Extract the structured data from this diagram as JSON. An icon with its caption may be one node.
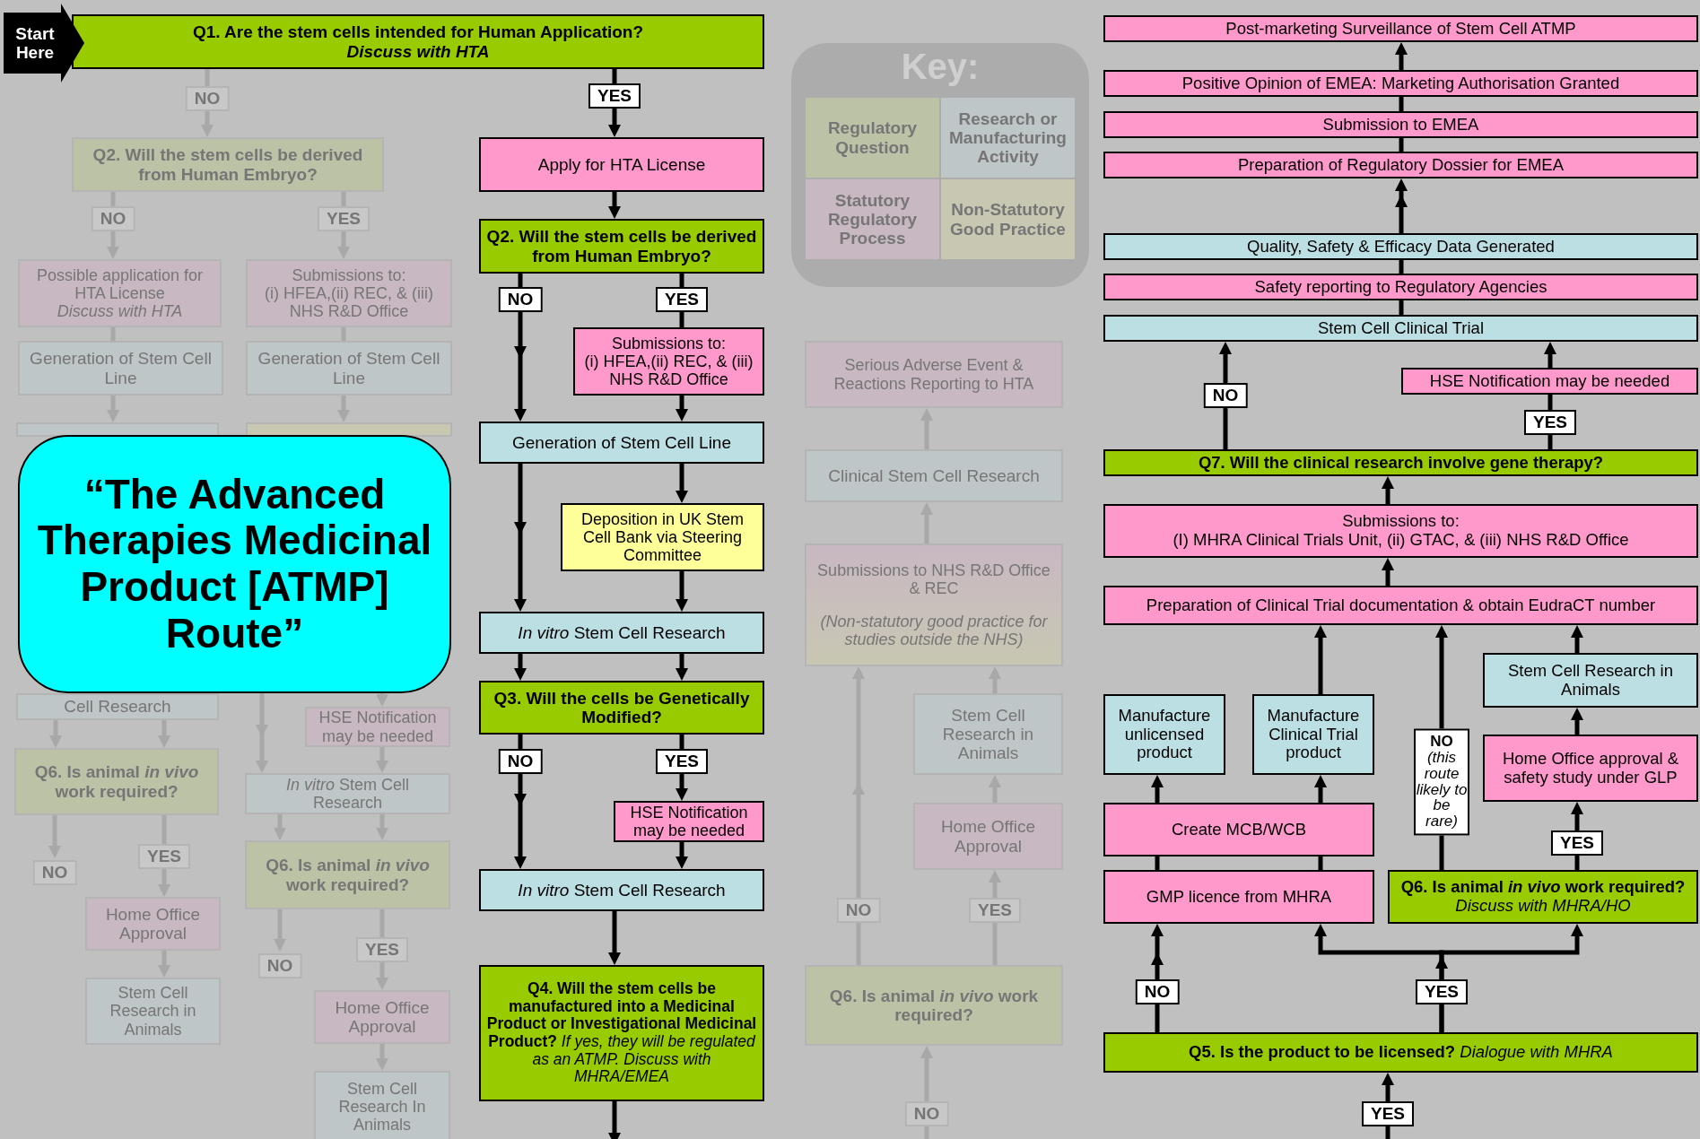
{
  "diagram": {
    "nodes": [
      {
        "text": [
          "Start Here"
        ]
      },
      {
        "text": [
          "Q1. Are the stem cells intended for Human Application?",
          "Discuss with HTA"
        ]
      },
      {
        "text": [
          "Q2. Will the stem cells be derived from Human Embryo?"
        ]
      },
      {
        "text": [
          "Possible application for HTA License",
          "Discuss with HTA"
        ]
      },
      {
        "text": [
          "Submissions to:",
          "(i) HFEA,(ii) REC, & (iii) NHS R&D Office"
        ]
      },
      {
        "text": [
          "Generation of Stem Cell Line"
        ]
      },
      {
        "text": [
          "Generation of Stem Cell Line"
        ]
      },
      {
        "text": [
          "Cell Research"
        ]
      },
      {
        "text": [],
        "shape": "box"
      },
      {
        "text": [
          "“The Advanced Therapies Medicinal Product [ATMP] Route”"
        ]
      },
      {
        "text": [
          "Q6. Is animal *in vivo* work required?"
        ]
      },
      {
        "text": [
          "Home Office Approval"
        ]
      },
      {
        "text": [
          "Stem Cell Research in Animals"
        ]
      },
      {
        "text": [
          "HSE Notification may be needed"
        ]
      },
      {
        "text": [
          "*In vitro* Stem Cell Research"
        ]
      },
      {
        "text": [
          "Q6. Is animal *in vivo* work required?"
        ]
      },
      {
        "text": [
          "Home Office Approval"
        ]
      },
      {
        "text": [
          "Stem Cell Research In Animals"
        ]
      },
      {
        "text": [
          "Apply for HTA License"
        ]
      },
      {
        "text": [
          "Q2. Will the stem cells be derived from Human Embryo?"
        ]
      },
      {
        "text": [
          "Submissions to:",
          "(i) HFEA,(ii) REC, & (iii) NHS R&D Office"
        ]
      },
      {
        "text": [
          "Generation of Stem Cell Line"
        ]
      },
      {
        "text": [
          "Deposition in UK Stem Cell Bank via Steering Committee"
        ]
      },
      {
        "text": [
          "*In vitro* Stem Cell Research"
        ]
      },
      {
        "text": [
          "Q3. Will the cells be Genetically Modified?"
        ]
      },
      {
        "text": [
          "HSE Notification may be needed"
        ]
      },
      {
        "text": [
          "*In vitro* Stem Cell Research"
        ]
      },
      {
        "text": [
          "Q4. Will the stem cells be manufactured into a Medicinal Product or Investigational Medicinal Product?",
          "If yes, they will be regulated as an ATMP. Discuss with MHRA/EMEA"
        ]
      },
      {
        "text": [
          "Serious Adverse Event & Reactions Reporting to HTA"
        ]
      },
      {
        "text": [
          "Clinical Stem Cell Research"
        ]
      },
      {
        "text": [
          "Submissions to NHS R&D Office & REC",
          "(Non-statutory good practice for studies outside the NHS)"
        ]
      },
      {
        "text": [
          "Stem Cell Research in Animals"
        ]
      },
      {
        "text": [
          "Home Office Approval"
        ]
      },
      {
        "text": [
          "Q6. Is animal *in vivo* work required?"
        ]
      },
      {
        "text": [
          "Post-marketing Surveillance of Stem Cell ATMP"
        ]
      },
      {
        "text": [
          "Positive Opinion of EMEA: Marketing Authorisation Granted"
        ]
      },
      {
        "text": [
          "Submission to EMEA"
        ]
      },
      {
        "text": [
          "Preparation of Regulatory Dossier for EMEA"
        ]
      },
      {
        "text": [
          "Quality, Safety & Efficacy Data Generated"
        ]
      },
      {
        "text": [
          "Safety reporting to Regulatory Agencies"
        ]
      },
      {
        "text": [
          "Stem Cell Clinical Trial"
        ]
      },
      {
        "text": [
          "HSE Notification may be needed"
        ]
      },
      {
        "text": [
          "Q7. Will the clinical research involve gene therapy?"
        ]
      },
      {
        "text": [
          "Submissions to:",
          "(I) MHRA Clinical Trials Unit, (ii) GTAC, & (iii) NHS R&D Office"
        ]
      },
      {
        "text": [
          "Preparation of Clinical Trial documentation & obtain EudraCT number"
        ]
      },
      {
        "text": [
          "Stem Cell Research in Animals"
        ]
      },
      {
        "text": [
          "Manufacture unlicensed product"
        ]
      },
      {
        "text": [
          "Manufacture Clinical Trial product"
        ]
      },
      {
        "text": [
          "Home Office approval & safety study under GLP"
        ]
      },
      {
        "text": [
          "Create MCB/WCB"
        ]
      },
      {
        "text": [
          "GMP licence from MHRA"
        ]
      },
      {
        "text": [
          "Q6. Is animal *in vivo* work required?",
          "Discuss with MHRA/HO"
        ]
      },
      {
        "text": [
          "Q5. Is the product to be licensed?",
          "Dialogue with MHRA"
        ]
      },
      {
        "text": [],
        "shape": "box"
      }
    ],
    "edges": [
      {
        "from": 1,
        "to": 2,
        "arrow": "to",
        "label": "NO",
        "color": "#a8a8a8"
      },
      {
        "from": 2,
        "to": 3,
        "arrow": "to",
        "label": "NO",
        "color": "#a8a8a8"
      },
      {
        "from": 2,
        "to": 4,
        "arrow": "to",
        "label": "YES",
        "color": "#a8a8a8"
      },
      {
        "from": 3,
        "to": 5,
        "arrow": "none",
        "color": "#a8a8a8"
      },
      {
        "from": 4,
        "to": 6,
        "arrow": "none",
        "color": "#a8a8a8"
      },
      {
        "from": 5,
        "to": 8,
        "arrow": "to",
        "color": "#a8a8a8"
      },
      {
        "from": 6,
        "to": 53,
        "arrow": "to",
        "color": "#a8a8a8"
      },
      {
        "from": 7,
        "to": 10,
        "arrow": "to",
        "color": "#a8a8a8"
      },
      {
        "from": 7,
        "to": 10,
        "arrow": "to",
        "color": "#a8a8a8"
      },
      {
        "from": 10,
        "to": null,
        "arrow": "to",
        "label": "NO",
        "color": "#a8a8a8"
      },
      {
        "from": 10,
        "to": 11,
        "arrow": "to",
        "label": "YES",
        "color": "#a8a8a8"
      },
      {
        "from": 11,
        "to": 12,
        "arrow": "to",
        "color": "#a8a8a8"
      },
      {
        "from": 9,
        "to": 14,
        "arrow": "to",
        "color": "#a8a8a8"
      },
      {
        "from": 9,
        "to": 13,
        "arrow": "to",
        "color": "#a8a8a8"
      },
      {
        "from": 13,
        "to": 14,
        "arrow": "to",
        "color": "#a8a8a8"
      },
      {
        "from": 14,
        "to": 15,
        "arrow": "to",
        "color": "#a8a8a8"
      },
      {
        "from": 14,
        "to": 15,
        "arrow": "to",
        "color": "#a8a8a8"
      },
      {
        "from": 15,
        "to": null,
        "arrow": "to",
        "label": "NO",
        "color": "#a8a8a8"
      },
      {
        "from": 15,
        "to": 16,
        "arrow": "to",
        "label": "YES",
        "color": "#a8a8a8"
      },
      {
        "from": 16,
        "to": 17,
        "arrow": "to",
        "color": "#a8a8a8"
      },
      {
        "from": 1,
        "to": 18,
        "arrow": "to",
        "label": "YES"
      },
      {
        "from": 18,
        "to": 19,
        "arrow": "to"
      },
      {
        "from": 19,
        "to": 21,
        "arrow": "to",
        "label": "NO"
      },
      {
        "from": 19,
        "to": 20,
        "arrow": "none",
        "label": "YES"
      },
      {
        "from": 20,
        "to": 21,
        "arrow": "to"
      },
      {
        "from": 21,
        "to": 23,
        "arrow": "to"
      },
      {
        "from": 21,
        "to": 22,
        "arrow": "to"
      },
      {
        "from": 22,
        "to": 23,
        "arrow": "to"
      },
      {
        "from": 23,
        "to": 24,
        "arrow": "to"
      },
      {
        "from": 23,
        "to": 24,
        "arrow": "to"
      },
      {
        "from": 24,
        "to": 26,
        "arrow": "to",
        "label": "NO"
      },
      {
        "from": 24,
        "to": 25,
        "arrow": "to",
        "label": "YES"
      },
      {
        "from": 25,
        "to": 26,
        "arrow": "to"
      },
      {
        "from": 26,
        "to": 27,
        "arrow": "to"
      },
      {
        "from": 27,
        "to": null,
        "arrow": "to"
      },
      {
        "from": 29,
        "to": 28,
        "arrow": "to",
        "color": "#a8a8a8"
      },
      {
        "from": 30,
        "to": 29,
        "arrow": "to",
        "color": "#a8a8a8"
      },
      {
        "from": 33,
        "to": 30,
        "arrow": "to",
        "label": "NO",
        "color": "#a8a8a8"
      },
      {
        "from": 33,
        "to": 32,
        "arrow": "to",
        "label": "YES",
        "color": "#a8a8a8"
      },
      {
        "from": 32,
        "to": 31,
        "arrow": "to",
        "color": "#a8a8a8"
      },
      {
        "from": 31,
        "to": 30,
        "arrow": "to",
        "color": "#a8a8a8"
      },
      {
        "from": null,
        "to": 33,
        "arrow": "to",
        "label": "NO",
        "color": "#a8a8a8"
      },
      {
        "from": 35,
        "to": 34,
        "arrow": "to"
      },
      {
        "from": 36,
        "to": 35,
        "arrow": "none"
      },
      {
        "from": 37,
        "to": 36,
        "arrow": "none"
      },
      {
        "from": 38,
        "to": 37,
        "arrow": "to"
      },
      {
        "from": 39,
        "to": 38,
        "arrow": "none"
      },
      {
        "from": 40,
        "to": 39,
        "arrow": "none"
      },
      {
        "from": 42,
        "to": 40,
        "arrow": "to",
        "label": "NO"
      },
      {
        "from": 42,
        "to": 41,
        "arrow": "none",
        "label": "YES"
      },
      {
        "from": 41,
        "to": 40,
        "arrow": "to"
      },
      {
        "from": 43,
        "to": 42,
        "arrow": "to"
      },
      {
        "from": 44,
        "to": 43,
        "arrow": "to"
      },
      {
        "from": 47,
        "to": 44,
        "arrow": "to"
      },
      {
        "from": 51,
        "to": 44,
        "arrow": "to",
        "label": "**NO** *(this route likely to be rare)*"
      },
      {
        "from": 45,
        "to": 44,
        "arrow": "to"
      },
      {
        "from": 48,
        "to": 45,
        "arrow": "to"
      },
      {
        "from": 51,
        "to": 48,
        "arrow": "to",
        "label": "YES"
      },
      {
        "from": 49,
        "to": 46,
        "arrow": "to"
      },
      {
        "from": 49,
        "to": 47,
        "arrow": "to"
      },
      {
        "from": 50,
        "to": 49,
        "arrow": "none"
      },
      {
        "from": 50,
        "to": 49,
        "arrow": "none"
      },
      {
        "from": 52,
        "to": 50,
        "arrow": "to",
        "label": "NO"
      },
      {
        "from": 52,
        "to": 50,
        "arrow": "to",
        "label": "YES"
      },
      {
        "from": 52,
        "to": 51,
        "arrow": "to"
      },
      {
        "from": null,
        "to": 52,
        "arrow": "to",
        "label": "YES"
      }
    ],
    "labels": [
      "Key:"
    ],
    "legend": [
      {
        "text": "Regulatory Question",
        "color": "#bcc2a6"
      },
      {
        "text": "Research or Manufacturing Activity",
        "color": "#bfc6c8"
      },
      {
        "text": "Statutory Regulatory Process",
        "color": "#c8b8c2"
      },
      {
        "text": "Non-Statutory Good Practice",
        "color": "#c8c7b2"
      }
    ]
  }
}
